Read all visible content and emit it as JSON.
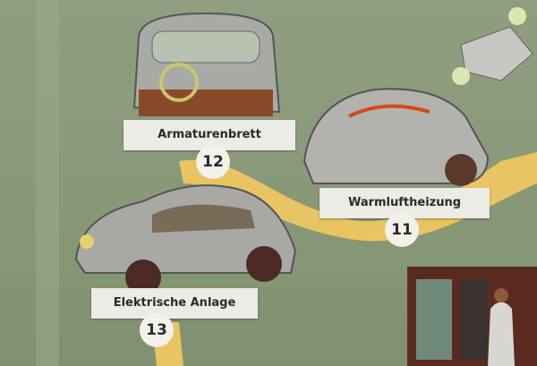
{
  "stations": [
    {
      "label": "Armaturenbrett",
      "number": "12"
    },
    {
      "label": "Warmluftheizung",
      "number": "11"
    },
    {
      "label": "Elektrische Anlage",
      "number": "13"
    }
  ],
  "colors": {
    "background": "#8d9c7c",
    "ribbon": "#e9c462",
    "banner": "#ecebe6",
    "car": "#a9a9a6"
  }
}
